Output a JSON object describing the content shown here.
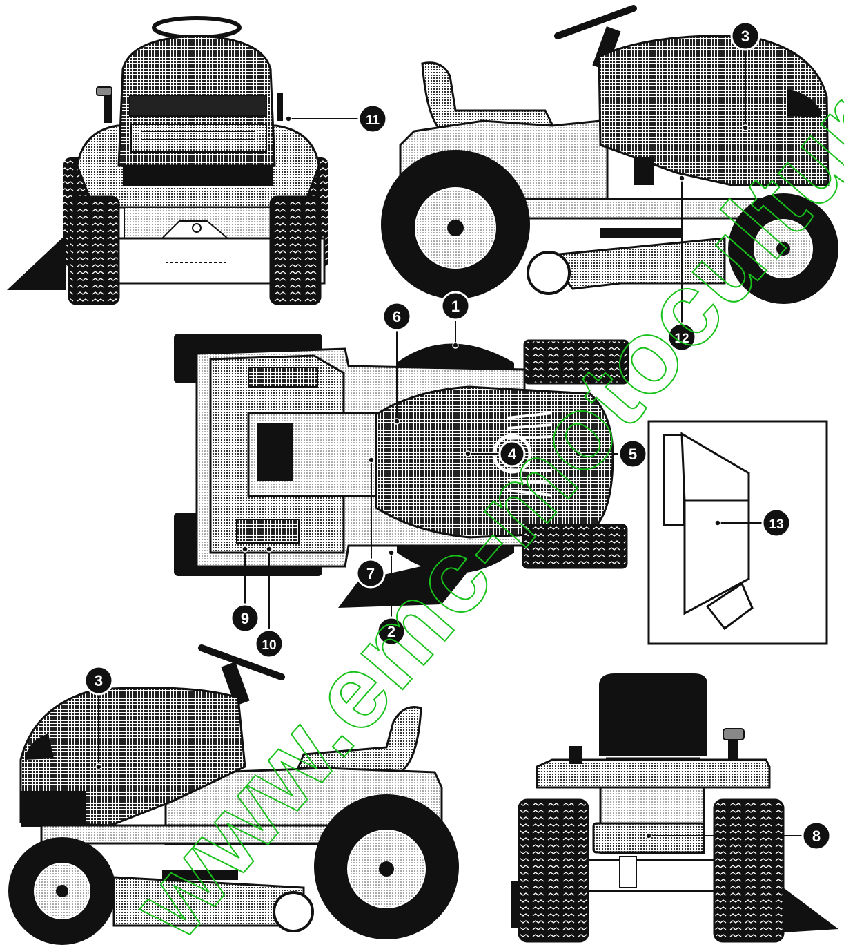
{
  "watermark": "www.emc-motoculture.com",
  "colors": {
    "ink": "#111111",
    "stipple_dark": "#3a3a3a",
    "stipple_mid": "#8a8a8a",
    "stipple_light": "#c8c8c8",
    "watermark": "#18c21a",
    "callout_fill": "#111111",
    "callout_text": "#ffffff"
  },
  "callouts": [
    {
      "id": "callout-1",
      "label": "1"
    },
    {
      "id": "callout-2",
      "label": "2"
    },
    {
      "id": "callout-3-top",
      "label": "3"
    },
    {
      "id": "callout-3-bottom",
      "label": "3"
    },
    {
      "id": "callout-4",
      "label": "4"
    },
    {
      "id": "callout-5",
      "label": "5"
    },
    {
      "id": "callout-6",
      "label": "6"
    },
    {
      "id": "callout-7",
      "label": "7"
    },
    {
      "id": "callout-8",
      "label": "8"
    },
    {
      "id": "callout-9",
      "label": "9"
    },
    {
      "id": "callout-10",
      "label": "10"
    },
    {
      "id": "callout-11",
      "label": "11"
    },
    {
      "id": "callout-12",
      "label": "12"
    },
    {
      "id": "callout-13",
      "label": "13"
    }
  ]
}
